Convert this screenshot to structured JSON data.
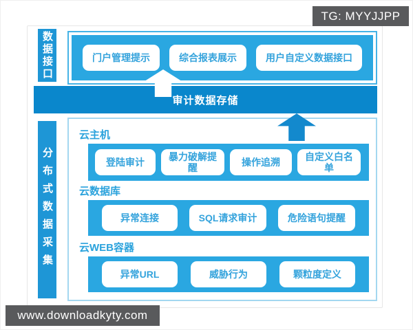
{
  "overlays": {
    "tg_label": "TG: MYYJJPP",
    "site_label": "www.downloadkyty.com"
  },
  "colors": {
    "light_blue_fill": "#2aa7e1",
    "storage_bar_blue": "#0a87cc",
    "side_label_blue": "#1e96d6",
    "arrow_blue": "#1389cd",
    "button_text_blue": "#34a3dc",
    "section_border_blue": "#45b3e6",
    "bottom_border_blue": "#a3d7f0",
    "overlay_gray": "#595a5c"
  },
  "diagram": {
    "left_labels": [
      {
        "text": "数据接口"
      },
      {
        "text": "分布式数据采集"
      }
    ],
    "top_section": {
      "buttons": [
        "门户管理提示",
        "综合报表展示",
        "用户自定义数据接口"
      ]
    },
    "storage_bar": {
      "label": "审计数据存储"
    },
    "collection": {
      "groups": [
        {
          "label": "云主机",
          "buttons": [
            "登陆审计",
            "暴力破解提醒",
            "操作追溯",
            "自定义白名单"
          ]
        },
        {
          "label": "云数据库",
          "buttons": [
            "异常连接",
            "SQL请求审计",
            "危险语句提醒"
          ]
        },
        {
          "label": "云WEB容器",
          "buttons": [
            "异常URL",
            "威胁行为",
            "颗粒度定义"
          ]
        }
      ]
    }
  }
}
